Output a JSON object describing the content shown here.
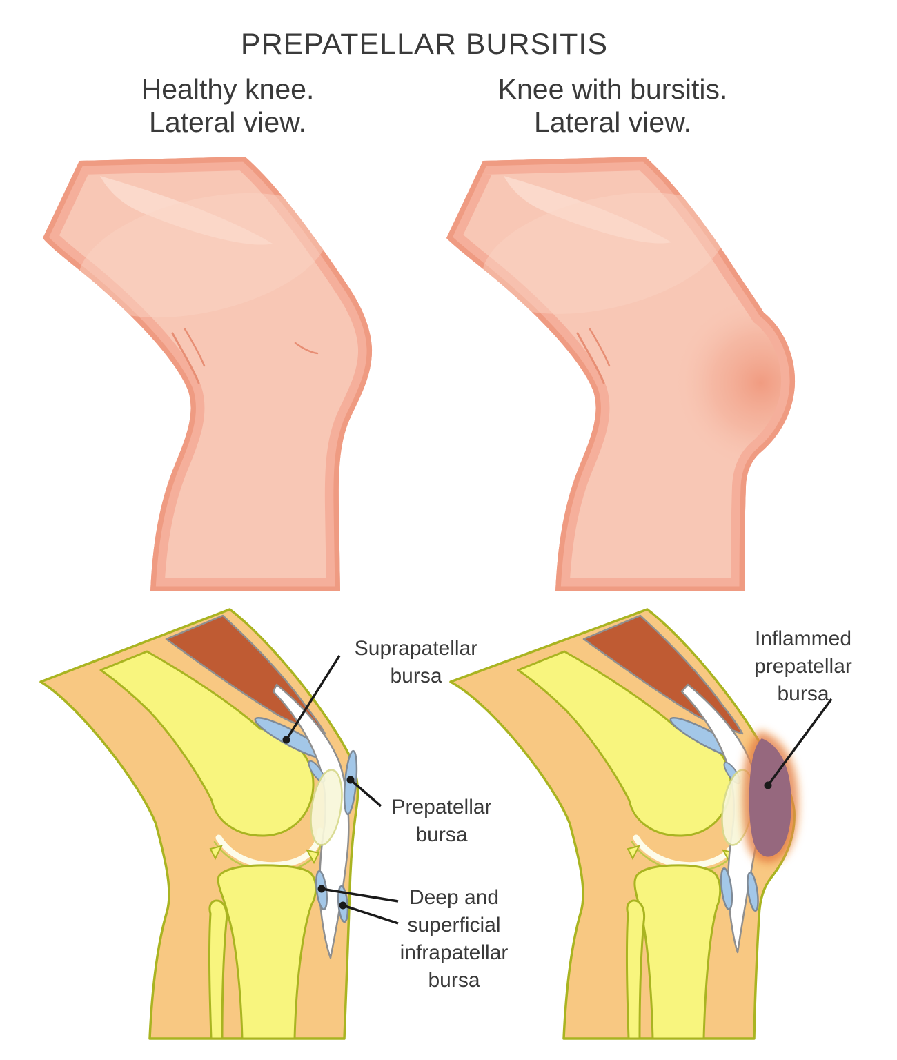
{
  "title": "PREPATELLAR BURSITIS",
  "subtitles": {
    "healthy": "Healthy knee.\nLateral view.",
    "bursitis": "Knee with bursitis.\nLateral view."
  },
  "annotations": {
    "suprapatellar": "Suprapatellar\nbursa",
    "prepatellar": "Prepatellar\nbursa",
    "infrapatellar": "Deep and\nsuperficial\ninfrapatellar\nbursa",
    "inflamed": "Inflammed\nprepatellar\nbursa"
  },
  "colors": {
    "background": "#ffffff",
    "text": "#3a3a3a",
    "skin_pink": "#F8C7B5",
    "skin_edge_dark": "#EF9B82",
    "skin_edge_mid": "#F5AF9B",
    "skin_highlight": "#FBDACD",
    "crease": "#E78E74",
    "swelling_red": "#F0997E",
    "skin_tan": "#F8C882",
    "outline_olive": "#A9B421",
    "bone_yellow": "#F8F57E",
    "muscle_red": "#BF5B33",
    "outline_gray": "#8F8F8F",
    "tendon_white": "#FFFFFF",
    "bursa_blue": "#A3C7E8",
    "bursa_outline": "#7F8A96",
    "patella_cream": "#F8F7DA",
    "patella_outline": "#D6D98C",
    "inflamed_purple": "#96687E",
    "inflamed_glow_inner": "#D96A3C",
    "inflamed_glow_outer": "#F6A75C",
    "label_line": "#1a1a1a"
  }
}
